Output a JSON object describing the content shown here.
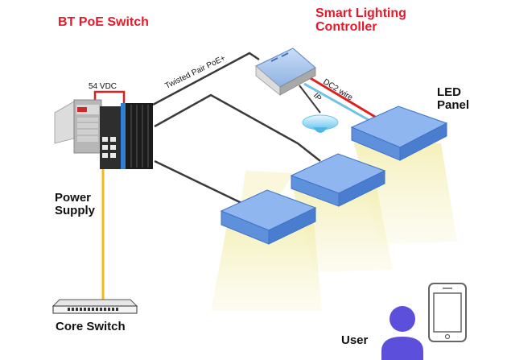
{
  "title": "BT PoE Switch",
  "nodes": {
    "controller": {
      "line1": "Smart Lighting",
      "line2": "Controller"
    },
    "led_panel": {
      "line1": "LED",
      "line2": "Panel"
    },
    "power_supply": {
      "line1": "Power",
      "line2": "Supply"
    },
    "core_switch": "Core Switch",
    "user": "User"
  },
  "wire_labels": {
    "vdc": "54 VDC",
    "twisted_pair": "Twisted Pair PoE+",
    "dc_wire": "DC2 wire",
    "ip": "IP"
  },
  "colors": {
    "title_red": "#e8182a",
    "power_wire": "#e02020",
    "dc_wire": "#e02020",
    "data_wire": "#6fc3e4",
    "ethernet_cable": "#3a3a3a",
    "uplink_cable": "#f5b61a",
    "panel_blue": "#8fb6ee",
    "panel_border": "#3f74c9",
    "light_beam": "#fbf8d8",
    "user_purple": "#5b4fdc"
  },
  "icons": [
    "power-supply-icon",
    "poe-switch-icon",
    "controller-icon",
    "sensor-icon",
    "led-panel-icon",
    "core-switch-icon",
    "user-icon",
    "smartphone-icon"
  ]
}
